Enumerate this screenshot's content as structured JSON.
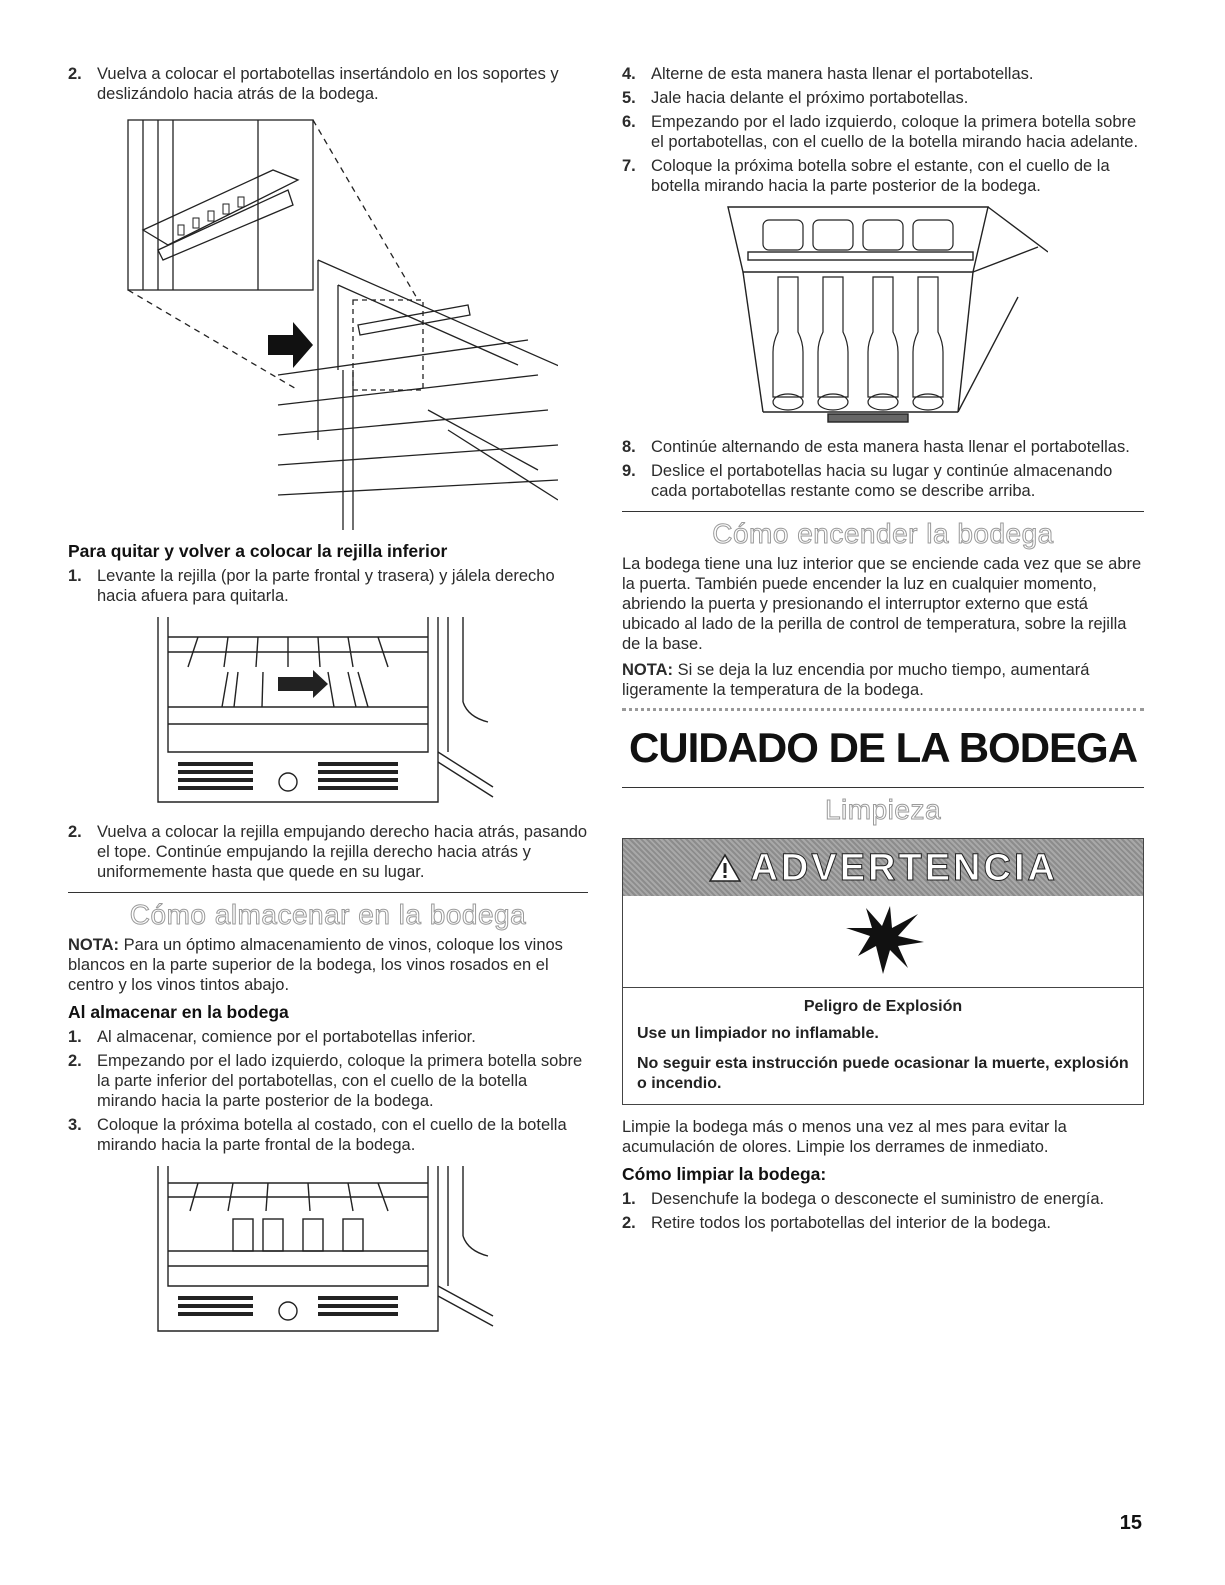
{
  "left": {
    "step2_top": {
      "num": "2.",
      "text": "Vuelva a colocar el portabotellas insertándolo en los soportes y deslizándolo hacia atrás de la bodega."
    },
    "heading_rack": "Para quitar y volver a colocar la rejilla inferior",
    "rack_step1": {
      "num": "1.",
      "text": "Levante la rejilla (por la parte frontal y trasera) y jálela derecho hacia afuera para quitarla."
    },
    "rack_step2": {
      "num": "2.",
      "text": "Vuelva a colocar la rejilla empujando derecho hacia atrás, pasando el tope. Continúe empujando la rejilla derecho hacia atrás y uniformemente hasta que quede en su lugar."
    },
    "section_store": "Cómo almacenar en la bodega",
    "note_label": "NOTA:",
    "note_text": " Para un óptimo almacenamiento de vinos, coloque los vinos blancos en la parte superior de la bodega, los vinos rosados en el centro y los vinos tintos abajo.",
    "heading_storing": "Al almacenar en la bodega",
    "store_steps": [
      {
        "num": "1.",
        "text": "Al almacenar, comience por el portabotellas inferior."
      },
      {
        "num": "2.",
        "text": "Empezando por el lado izquierdo, coloque la primera botella sobre la parte inferior del portabotellas, con el cuello de la botella mirando hacia la parte posterior de la bodega."
      },
      {
        "num": "3.",
        "text": "Coloque la próxima botella al costado, con el cuello de la botella mirando hacia la parte frontal de la bodega."
      }
    ]
  },
  "right": {
    "steps_top": [
      {
        "num": "4.",
        "text": "Alterne de esta manera hasta llenar el portabotellas."
      },
      {
        "num": "5.",
        "text": "Jale hacia delante el próximo portabotellas."
      },
      {
        "num": "6.",
        "text": "Empezando por el lado izquierdo, coloque la primera botella sobre el portabotellas, con el cuello de la botella mirando hacia adelante."
      },
      {
        "num": "7.",
        "text": "Coloque la próxima botella sobre el estante, con el cuello de la botella mirando hacia la parte posterior de la bodega."
      }
    ],
    "steps_mid": [
      {
        "num": "8.",
        "text": "Continúe alternando de esta manera hasta llenar el portabotellas."
      },
      {
        "num": "9.",
        "text": "Deslice el portabotellas hacia su lugar y continúe almacenando cada portabotellas restante como se describe arriba."
      }
    ],
    "section_light": "Cómo encender la bodega",
    "light_text": "La bodega tiene una luz interior que se enciende cada vez que se abre la puerta. También puede encender la luz en cualquier momento, abriendo la puerta y presionando el interruptor externo que está ubicado al lado de la perilla de control de temperatura, sobre la rejilla de la base.",
    "light_note_label": "NOTA:",
    "light_note_text": " Si se deja la luz encendia por mucho tiempo, aumentará ligeramente la temperatura de la bodega.",
    "main_title": "CUIDADO DE LA BODEGA",
    "section_clean": "Limpieza",
    "warning": {
      "title": "ADVERTENCIA",
      "hazard": "Peligro de Explosión",
      "line1": "Use un limpiador no inflamable.",
      "line2": "No seguir esta instrucción puede ocasionar la muerte, explosión o incendio."
    },
    "clean_text": "Limpie la bodega más o menos una vez al mes para evitar la acumulación de olores. Limpie los derrames de inmediato.",
    "heading_clean": "Cómo limpiar la bodega:",
    "clean_steps": [
      {
        "num": "1.",
        "text": "Desenchufe la bodega o desconecte el suministro de energía."
      },
      {
        "num": "2.",
        "text": "Retire todos los portabotellas del interior de la bodega."
      }
    ]
  },
  "page_number": "15"
}
